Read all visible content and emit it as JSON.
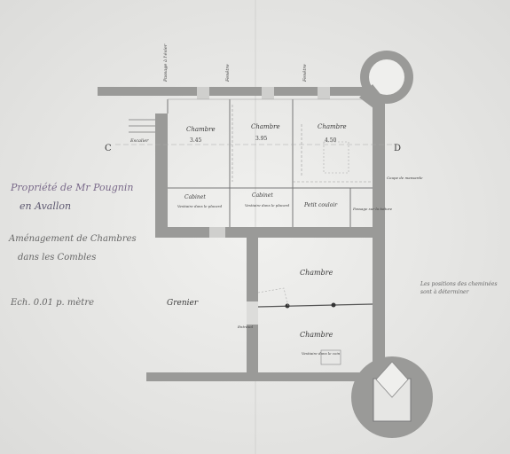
{
  "title_lines": {
    "owner": "Propriété de Mr Pougnin",
    "place": "en Avallon",
    "purpose_1": "Aménagement de Chambres",
    "purpose_2": "dans les Combles",
    "scale": "Ech. 0.01 p. mètre"
  },
  "rooms": {
    "chambre_1": "Chambre",
    "chambre_1_area": "3.45",
    "chambre_2": "Chambre",
    "chambre_2_area": "3.95",
    "chambre_3": "Chambre",
    "chambre_3_area": "4.50",
    "cabinet_1": "Cabinet",
    "cabinet_1_note": "Vestiaire dans le placard",
    "cabinet_2": "Cabinet",
    "cabinet_2_note": "Vestiaire dans le placard",
    "petit_couloir": "Petit couloir",
    "chambre_4": "Chambre",
    "chambre_5": "Chambre",
    "chambre_5_note": "Vestiaire dans le coin",
    "grenier": "Grenier",
    "entresol": "Entresol",
    "escalier": "Escalier",
    "passage": "Passage sur la toiture",
    "section": "Coupe de mansarde"
  },
  "markers": {
    "left": "C",
    "right": "D",
    "vert_1": "Passage à l'évier",
    "vert_2": "Fenêtre",
    "vert_3": "Fenêtre"
  },
  "note": "Les positions des cheminées sont à déterminer"
}
